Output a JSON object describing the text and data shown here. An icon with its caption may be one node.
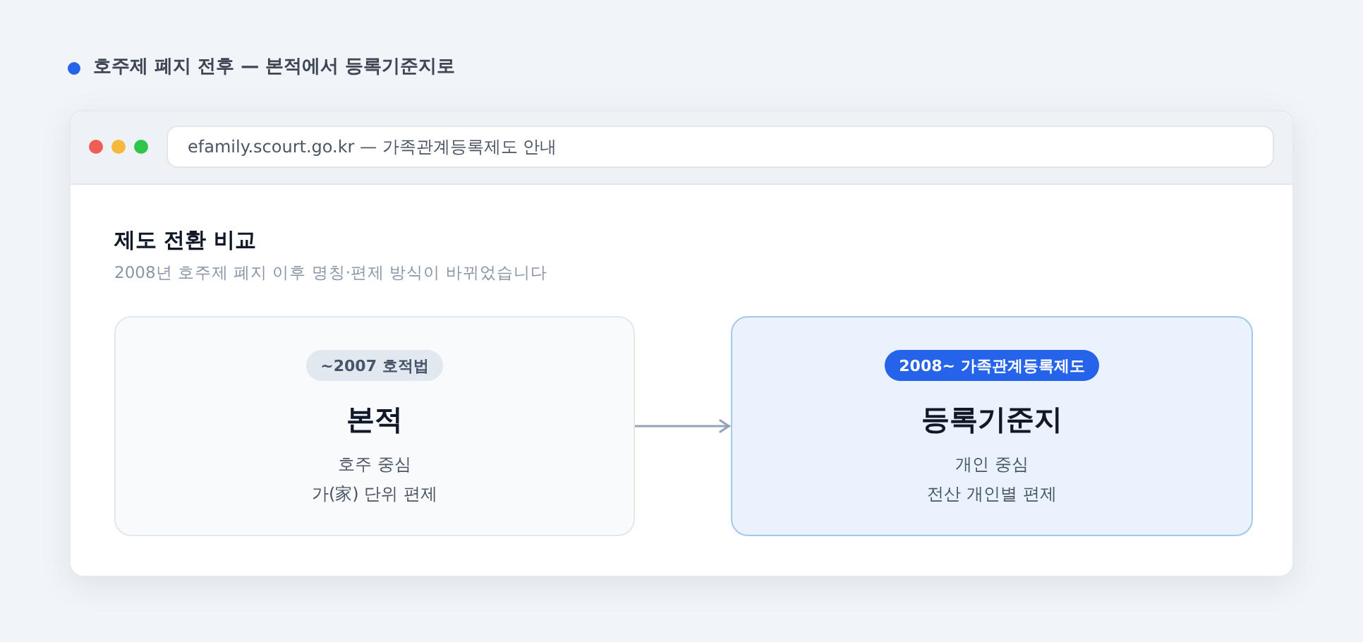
{
  "diagram": {
    "title": "호주제 폐지 전후 — 본적에서 등록기준지로",
    "nodes": [
      {
        "text": [
          "본적",
          "호주 중심",
          "가(家) 단위 편제"
        ]
      },
      {
        "text": [
          "~2007 호적법"
        ],
        "in": 0
      },
      {
        "text": [
          "등록기준지",
          "개인 중심",
          "전산 개인별 편제"
        ]
      },
      {
        "text": [
          "2008~ 가족관계등록제도"
        ],
        "in": 2
      }
    ],
    "edges": [
      {
        "from": 0,
        "to": 2,
        "arrow": "to"
      }
    ],
    "labels": [
      "efamily.scourt.go.kr — 가족관계등록제도 안내",
      "제도 전환 비교",
      "2008년 호주제 폐지 이후 명칭·편제 방식이 바뀌었습니다"
    ]
  }
}
